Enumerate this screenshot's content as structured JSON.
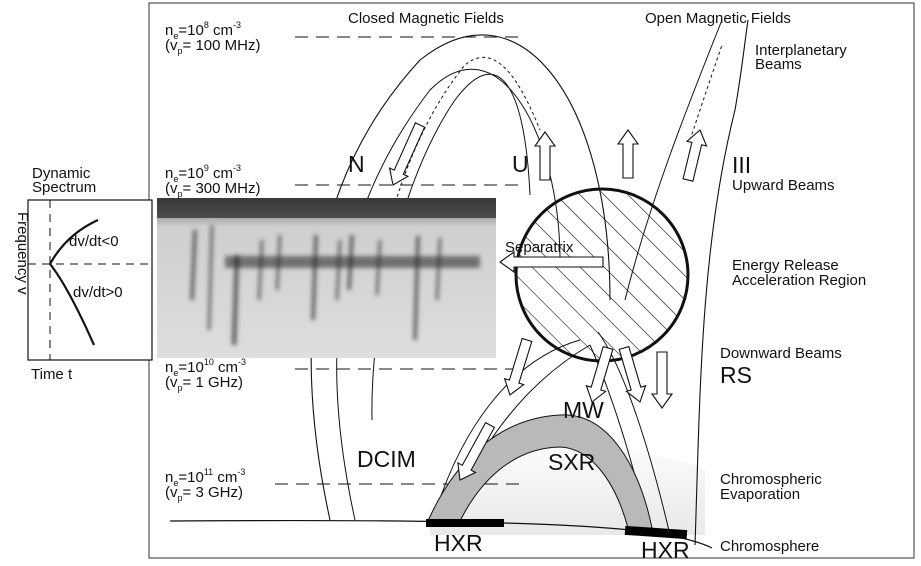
{
  "header": {
    "closed_fields": "Closed Magnetic Fields",
    "open_fields": "Open Magnetic Fields"
  },
  "density_levels": [
    {
      "n": "n",
      "e": "e",
      "eq": "=10",
      "exp": "8",
      "unit": " cm",
      "unit_exp": "-3",
      "freq_open": "(v",
      "freq_p": "p",
      "freq_val": "= 100 MHz)"
    },
    {
      "n": "n",
      "e": "e",
      "eq": "=10",
      "exp": "9",
      "unit": " cm",
      "unit_exp": "-3",
      "freq_open": "(v",
      "freq_p": "p",
      "freq_val": "= 300 MHz)"
    },
    {
      "n": "n",
      "e": "e",
      "eq": "=10",
      "exp": "10",
      "unit": " cm",
      "unit_exp": "-3",
      "freq_open": "(v",
      "freq_p": "p",
      "freq_val": "= 1 GHz)"
    },
    {
      "n": "n",
      "e": "e",
      "eq": "=10",
      "exp": "11",
      "unit": " cm",
      "unit_exp": "-3",
      "freq_open": "(v",
      "freq_p": "p",
      "freq_val": "= 3 GHz)"
    }
  ],
  "right_labels": {
    "interplanetary": [
      "Interplanetary",
      "Beams"
    ],
    "type_iii": "III",
    "upward": "Upward Beams",
    "energy": [
      "Energy Release",
      "Acceleration Region"
    ],
    "downward": "Downward Beams",
    "rs": "RS",
    "evaporation": [
      "Chromospheric",
      "Evaporation"
    ],
    "chromosphere": "Chromosphere"
  },
  "region_labels": {
    "n": "N",
    "u": "U",
    "separatrix": "Separatrix",
    "mw": "MW",
    "sxr": "SXR",
    "dcim": "DCIM",
    "hxr_left": "HXR",
    "hxr_right": "HXR"
  },
  "spectrum_inset": {
    "title": [
      "Dynamic",
      "Spectrum"
    ],
    "y_axis": "Frequency v",
    "x_axis": "Time t",
    "upper_curve": "dv/dt<0",
    "lower_curve": "dv/dt>0"
  },
  "colors": {
    "sxr_fill": "#b9b9b9",
    "evaporation_shade": "#e0e0e0",
    "footpoint": "#000000",
    "outline": "#111111"
  }
}
